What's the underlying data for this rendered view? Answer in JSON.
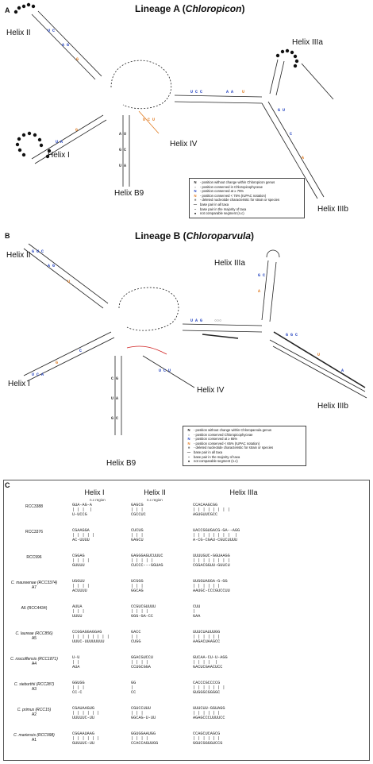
{
  "panel_a": {
    "letter": "A",
    "title": "Lineage A (",
    "title_italic": "Chloropicon",
    "title_close": ")",
    "helices": [
      "Helix II",
      "Helix IIIa",
      "Helix I",
      "Helix IV",
      "Helix B9",
      "Helix IIIb"
    ],
    "legend": [
      {
        "symbol": "N",
        "color": "#111111",
        "text": "- position without change within Chloropicon genus"
      },
      {
        "symbol": "○",
        "color": "#555555",
        "text": "- position conserved in Chloropicophyceae"
      },
      {
        "symbol": "N",
        "color": "#1f3fbf",
        "text": "- position conserved at ≥ 75%"
      },
      {
        "symbol": "N",
        "color": "#e07a1f",
        "text": "- position conserved < 75% (IUPAC notation)"
      },
      {
        "symbol": "■",
        "color": "#888888",
        "text": "- deleted nucleotide characteristic for strain or species"
      },
      {
        "symbol": "—",
        "color": "#111111",
        "text": "base pair in all taxa"
      },
      {
        "symbol": "–",
        "color": "#111111",
        "text": "base pair in the majority of taxa"
      },
      {
        "symbol": "●",
        "color": "#111111",
        "text": "not comparable segment (n.c)"
      }
    ]
  },
  "panel_b": {
    "letter": "B",
    "title": "Lineage B (",
    "title_italic": "Chloroparvula",
    "title_close": ")",
    "helices": [
      "Helix II",
      "Helix IIIa",
      "Helix I",
      "Helix IV",
      "Helix IIIb",
      "Helix B9"
    ],
    "legend": [
      {
        "symbol": "N",
        "color": "#111111",
        "text": "- position without change within Chloroparvula genus"
      },
      {
        "symbol": "○",
        "color": "#555555",
        "text": "- position conserved Chloropicophyceae"
      },
      {
        "symbol": "N",
        "color": "#1f3fbf",
        "text": "- position conserved at ≥ 65%"
      },
      {
        "symbol": "N",
        "color": "#e07a1f",
        "text": "- position conserved < 65% (IUPAC notation)"
      },
      {
        "symbol": "■",
        "color": "#888888",
        "text": "- deleted nucleotide characteristic for strain or species"
      },
      {
        "symbol": "—",
        "color": "#111111",
        "text": "base pair in all taxa"
      },
      {
        "symbol": "–",
        "color": "#111111",
        "text": "base pair in the majority of taxa"
      },
      {
        "symbol": "●",
        "color": "#111111",
        "text": "not comparable segment (n.c)"
      }
    ]
  },
  "panel_c": {
    "letter": "C",
    "columns": [
      "Helix I",
      "Helix II",
      "Helix IIIa"
    ],
    "subheads": [
      "n.c region",
      "n.c region"
    ],
    "rows": [
      {
        "strain": "RCC3388",
        "clade": "",
        "h1": "GUA-AG-A\n| | |  |\nU-UCCG",
        "h2": "GAGCG\n| | |\nCGCCUC",
        "h3": "CCACAAGCGG\n| | | | | | | |\nAGUGUUCGCC"
      },
      {
        "strain": "RCC3376",
        "clade": "",
        "h1": "CGAAGGA\n| | | | |\nAC-UUUU",
        "h2": "CUCUG\n| | |\nGAGCU",
        "h3": "UACCGGUGACG-GA--AGG\n| | | | | | | |  |\nA-CG-CGAU-CGUCUUUU"
      },
      {
        "strain": "RCC996",
        "clade": "",
        "h1": "CGGAG\n| | | |\nGUUUU",
        "h2": "GAGGGAGUCUUUC\n| | | | |\nCUCCC---GGUAG",
        "h3": "UUUUGUC-GGUAAGG\n| | | | | | | |\nCGGACGGUU-GUUCU"
      },
      {
        "strain": "C. maureenae (RCC3374)",
        "clade": "A7",
        "h1": "UGGUU\n| | | |\nACUUUU",
        "h2": "UCGGG\n| | |\nGGCAG",
        "h3": "UUGGUAGGA-G-GG\n| | | | | |\nAAUGC-CCCGUCCUU"
      },
      {
        "strain": "A6 (RCC4434)",
        "clade": "",
        "h1": "AUUA\n| | |\nUUUU",
        "h2": "CCGUCGUUUU\n| | | |\nGGG-GA-CC",
        "h3": "CUU\n|\nGAA"
      },
      {
        "strain": "C. laureae (RCC856)",
        "clade": "A5",
        "h1": "CCGGAGGAGGAG\n| | | | | | | |\nUUUC-UUUUUUUU",
        "h2": "GACC\n| |\nCUGG",
        "h3": "UUUCUAUUUGG\n| | | | | |\nAAGACUAAGCC"
      },
      {
        "strain": "C. roscoffensis (RCC1871)",
        "clade": "A4",
        "h1": "U-U\n| |\nAUA",
        "h2": "GGACGUCCU\n| | | |\nCCUGCGGA",
        "h3": "GUCAA-CU-U-AGG\n| | | |  |\nGACUCGAACUCC"
      },
      {
        "strain": "C. sieburthii (RCC287)",
        "clade": "A3",
        "h1": "GGUGG\n| | |\nCC-C",
        "h2": "GG\n|\nCC",
        "h3": "CACCCGCCCCG\n| | | | | | |\nGUGGGCGGGGC"
      },
      {
        "strain": "C. primus (RCC15)",
        "clade": "A2",
        "h1": "CGAUAAGUG\n| | | | | |\nUUUUUC-UU",
        "h2": "CGUCCUUU\n| | |\nGGCAG-U-UU",
        "h3": "UUUCUU-GGUAGG\n| | | | | |\nAGAGCCCUUUUCC"
      },
      {
        "strain": "C. mariensis (RCC998)",
        "clade": "A1",
        "h1": "CGGAAUAAG\n| | | | | |\nGUUUUC-UU",
        "h2": "GGUGGAAUGG\n| | | |\nCCACCAGUUGG",
        "h3": "CCAGCUCAGCG\n| | | | | |\nGGUCGGGGUCCG"
      }
    ]
  }
}
